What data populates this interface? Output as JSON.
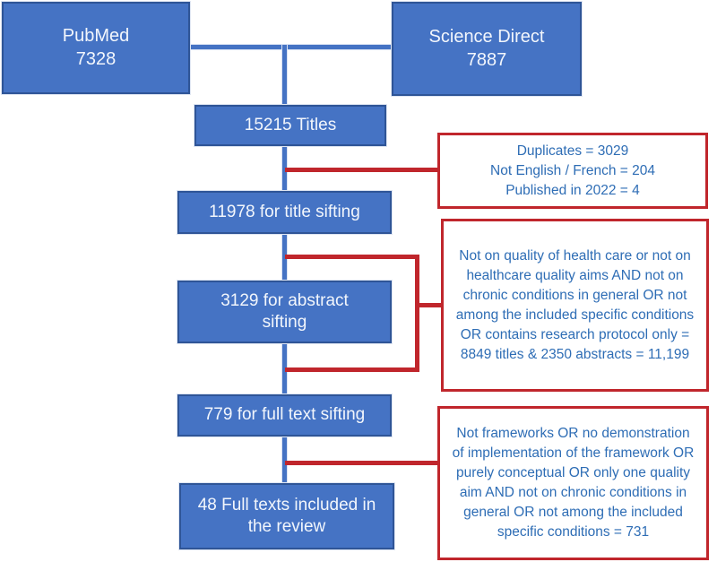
{
  "diagram": {
    "type": "flowchart",
    "colors": {
      "process_box_fill": "#4573c4",
      "process_box_border": "#2f5597",
      "process_text": "#f2f6fc",
      "connector_blue": "#4573c4",
      "exclusion_border_red": "#c0262c",
      "exclusion_text_blue": "#2e6db5"
    },
    "sources": [
      {
        "name": "PubMed",
        "count": "7328"
      },
      {
        "name": "Science Direct",
        "count": "7887"
      }
    ],
    "stages": [
      {
        "label": "15215 Titles"
      },
      {
        "label": "11978 for title sifting"
      },
      {
        "label": "3129 for abstract sifting"
      },
      {
        "label": "779 for full text sifting"
      },
      {
        "label": "48 Full texts included in the review"
      }
    ],
    "exclusions": [
      {
        "text": "Duplicates = 3029\nNot English / French = 204\nPublished in 2022 = 4"
      },
      {
        "text": "Not on quality of health care or not on healthcare quality aims AND not on chronic conditions in general OR not among the included specific conditions OR contains research protocol only = 8849 titles & 2350 abstracts = 11,199"
      },
      {
        "text": "Not frameworks OR no demonstration of implementation of the framework OR purely conceptual OR only one quality aim AND not on chronic conditions in general OR not among the included specific conditions = 731"
      }
    ]
  }
}
